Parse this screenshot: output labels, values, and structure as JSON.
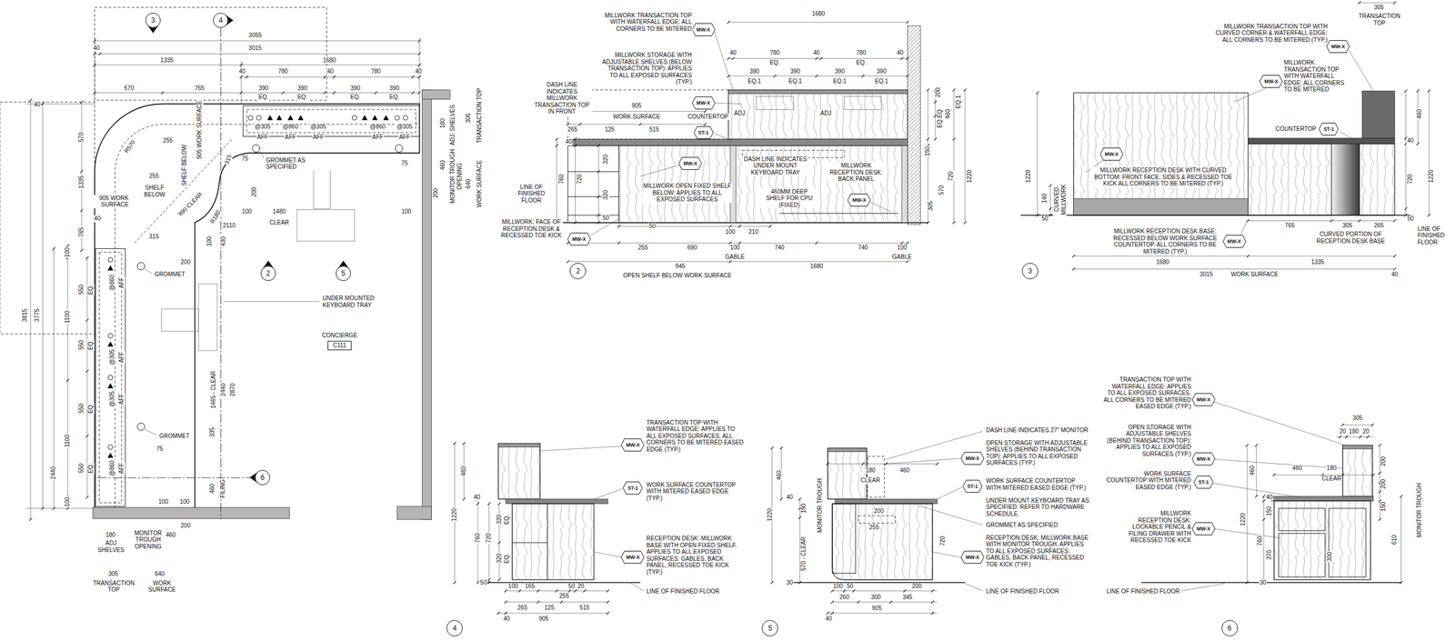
{
  "diagram": {
    "nodes": [
      {
        "text": [
          "3"
        ]
      },
      {
        "text": [
          "4"
        ]
      },
      {
        "text": [
          "2"
        ]
      },
      {
        "text": [
          "5"
        ]
      },
      {
        "text": [
          "6"
        ]
      },
      {
        "text": [
          "CONCIERGE",
          "C111"
        ]
      },
      {
        "text": [
          "MW-X"
        ]
      },
      {
        "text": [
          "MW-X"
        ]
      },
      {
        "text": [
          "ST-1"
        ]
      },
      {
        "text": [
          "MW-X"
        ]
      },
      {
        "text": [
          "MW-X"
        ]
      },
      {
        "text": [
          "MW-X"
        ]
      },
      {
        "text": [
          "2"
        ]
      },
      {
        "text": [
          "MW-X"
        ]
      },
      {
        "text": [
          "MW-X"
        ]
      },
      {
        "text": [
          "ST-1"
        ]
      },
      {
        "text": [
          "MW-X"
        ]
      },
      {
        "text": [
          "MW-X"
        ]
      },
      {
        "text": [
          "3"
        ]
      },
      {
        "text": [
          "MW-X"
        ]
      },
      {
        "text": [
          "ST-1"
        ]
      },
      {
        "text": [
          "MW-X"
        ]
      },
      {
        "text": [
          "4"
        ]
      },
      {
        "text": [
          "MW-X"
        ]
      },
      {
        "text": [
          "ST-1"
        ]
      },
      {
        "text": [
          "MW-X"
        ]
      },
      {
        "text": [
          "5"
        ]
      },
      {
        "text": [
          "MW-X"
        ]
      },
      {
        "text": [
          "MW-X"
        ]
      },
      {
        "text": [
          "ST-1"
        ]
      },
      {
        "text": [
          "MW-X"
        ]
      },
      {
        "text": [
          "6"
        ]
      }
    ],
    "labels": [
      "3055",
      "40",
      "3015",
      "1335",
      "1680",
      "40",
      "780",
      "40",
      "780",
      "40",
      "570",
      "765",
      "390",
      "390",
      "390",
      "390",
      "EQ.",
      "EQ.",
      "EQ.",
      "EQ.",
      "40",
      "570",
      "1335",
      "765",
      "3815",
      "3775",
      "100",
      "550",
      "1100",
      "550",
      "550",
      "1100",
      "550",
      "100",
      "2440",
      "EQ.",
      "EQ.",
      "EQ.",
      "EQ.",
      "R570",
      "905 WORK SURFACE",
      "255",
      "SHELF BELOW",
      "255",
      "SHELF BELOW",
      "905 WORK SURFACE",
      "40",
      "890 CLEAR",
      "R180",
      "315",
      "315",
      "200",
      "430",
      "100",
      "200",
      "100",
      "1480",
      "100",
      "CLEAR",
      "2110",
      "75",
      "75",
      "GROMMET AS SPECIFIED",
      "GROMMET",
      "GROMMET",
      "75",
      "@305",
      "AFF",
      "@860",
      "AFF",
      "@305",
      "AFF",
      "@860",
      "AFF",
      "@305",
      "AFF",
      "@860",
      "AFF",
      "@305",
      "AFF",
      "@305",
      "AFF",
      "@860",
      "AFF",
      "UNDER MOUNTED KEYBOARD TRAY",
      "180",
      "ADJ. SHELVES",
      "460",
      "MONITOR TROUGH OPENING",
      "305",
      "TRANSACTION TOP",
      "200",
      "640",
      "WORK SURFACE",
      "1465 - CLEAR",
      "2440",
      "2870",
      "335",
      "460",
      "FILING",
      "100",
      "100",
      "200",
      "180",
      "ADJ SHELVES",
      "MONITOR TROUGH OPENING",
      "460",
      "305",
      "TRANSACTION TOP",
      "640",
      "WORK SURFACE",
      "MILLWORK TRANSACTION TOP WITH WATERFALL EDGE: ALL CORNERS TO BE MITERED",
      "MILLWORK STORAGE WITH ADJUSTABLE SHELVES (BELOW TRANSACTION TOP): APPLIES TO ALL EXPOSED SURFACES (TYP.)",
      "DASH LINE INDICATES MILLWORK TRANSACTION TOP IN FRONT",
      "905",
      "WORK SURFACE",
      "COUNTERTOP",
      "265",
      "125",
      "515",
      "LINE OF FINISHED FLOOR",
      "MILLWORK: FACE OF RECEPTION DESK & RECESSED TOE KICK",
      "1680",
      "40",
      "780",
      "40",
      "780",
      "40",
      "EQ.",
      "EQ.",
      "390",
      "390",
      "390",
      "390",
      "EQ.1",
      "EQ.1",
      "EQ.1",
      "EQ.1",
      "ADJ",
      "ADJ",
      "MILLWORK OPEN FIXED SHELF BELOW: APPLIES TO ALL EXPOSED SURFACES",
      "DASH LINE INDICATES UNDER MOUNT KEYBOARD TRAY",
      "460MM DEEP SHELF FOR CPU (FIXED)",
      "MILLWORK RECEPTION DESK: BACK PANEL",
      "50",
      "100",
      "210",
      "255",
      "690",
      "100",
      "740",
      "740",
      "100",
      "GABLE",
      "GABLE",
      "945",
      "1680",
      "OPEN SHELF BELOW WORK SURFACE",
      "760",
      "720",
      "40",
      "320",
      "320",
      "50",
      "200",
      "EQ.EQ",
      "460",
      "EQ.1",
      "150",
      "570",
      "305",
      "720",
      "1220",
      "305",
      "TRANSACTION TOP",
      "MILLWORK TRANSACTION TOP WITH CURVED CORNER & WATERFALL EDGE: ALL CORNERS TO BE MITERED (TYP.)",
      "MILLWORK TRANSACTION TOP WITH WATERFALL EDGE: ALL CORNERS TO BE MITERED",
      "COUNTERTOP",
      "MILLWORK RECEPTION DESK WITH CURVED BOTTOM: FRONT FACE, SIDES & RECESSED TOE KICK ALL CORNERS TO BE MITERED (TYP.)",
      "MILLWORK RECEPTION DESK BASE: RECESSED BELOW WORK SURFACE COUNTERTOP. ALL CORNERS TO BE MITERED (TYP.)",
      "CURVED PORTION OF RECEPTION DESK BASE",
      "765",
      "305",
      "265",
      "1680",
      "1335",
      "3015",
      "WORK SURFACE",
      "40",
      "1220",
      "140",
      "50",
      "CURVED MILLWORK",
      "460",
      "1220",
      "40",
      "720",
      "50",
      "LINE OF FINISHED FLOOR",
      "TRANSACTION TOP WITH WATERFALL EDGE: APPLIES TO ALL EXPOSED SURFACES. ALL CORNERS TO BE MITERED EASED EDGE (TYP.)",
      "WORK SURFACE COUNTERTOP WITH MITERED EASED EDGE (TYP.)",
      "RECEPTION DESK: MILLWORK BASE WITH OPEN FIXED SHELF. APPLIES TO ALL EXPOSED SURFACES: GABLES, BACK PANEL, RECESSED TOE KICK (TYP.)",
      "LINE OF FINISHED FLOOR",
      "460",
      "1220",
      "40",
      "760",
      "720",
      "320",
      "EQ.",
      "320",
      "EQ.",
      "50",
      "100",
      "165",
      "50",
      "20",
      "255",
      "265",
      "125",
      "515",
      "905",
      "40",
      "DASH LINE INDICATES 27\" MONITOR",
      "OPEN STORAGE WITH ADJUSTABLE SHELVES (BEHIND TRANSACTION TOP): APPLIES TO ALL EXPOSED SURFACES (TYP.)",
      "WORK SURFACE COUNTERTOP WITH MITERED EASED EDGE (TYP.)",
      "UNDER MOUNT KEYBOARD TRAY AS SPECIFIED. REFER TO HARDWARE SCHEDULE.",
      "GROMMET AS SPECIFIED",
      "RECEPTION DESK: MILLWORK BASE WITH MONITOR TROUGH. APPLIES TO ALL EXPOSED SURFACES: GABLES, BACK PANEL, RECESSED TOE KICK (TYP.)",
      "LINE OF FINISHED FLOOR",
      "460",
      "1220",
      "180",
      "460",
      "CLEAR",
      "40",
      "190",
      "MONITOR TROUGH",
      "200",
      "255",
      "720",
      "570 - CLEAR",
      "30",
      "100",
      "50",
      "200",
      "260",
      "300",
      "345",
      "905",
      "40",
      "TRANSACTION TOP WITH WATERFALL EDGE: APPLIES TO ALL EXPOSED SURFACES. ALL CORNERS TO BE MITERED EASED EDGE (TYP.)",
      "OPEN STORAGE WITH ADJUSTABLE SHELVES (BEHIND TRANSACTION TOP): APPLIES TO ALL EXPOSED SURFACES (TYP.)",
      "WORK SURFACE COUNTERTOP WITH MITERED EASED EDGE (TYP.)",
      "MILLWORK RECEPTION DESK: LOCKABLE PENCIL & FILING DRAWER WITH RECESSED TOE KICK",
      "LINE OF FINISHED FLOOR",
      "305",
      "20",
      "180",
      "20",
      "460",
      "180",
      "CLEAR",
      "1220",
      "460",
      "760",
      "40",
      "150",
      "370",
      "300",
      "200",
      "200",
      "150",
      "610",
      "MONITOR TROUGH",
      "30"
    ]
  }
}
